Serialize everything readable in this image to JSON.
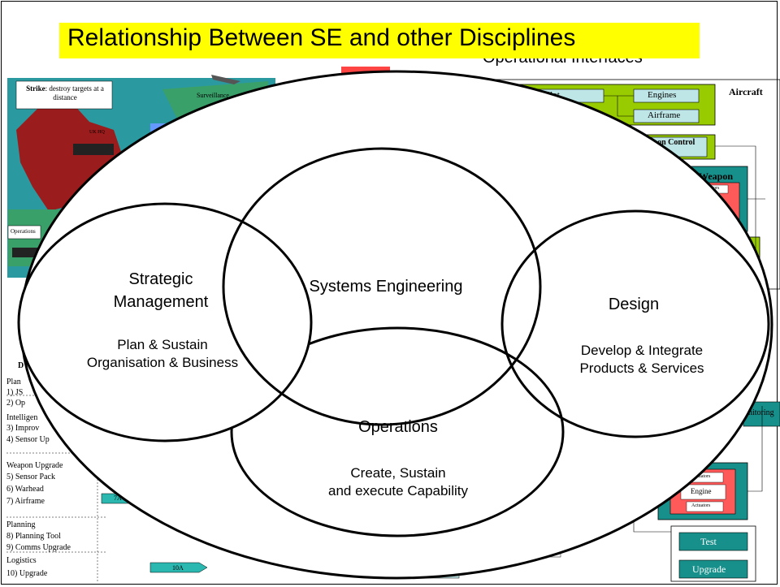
{
  "title": "Relationship Between SE and other Disciplines",
  "background": {
    "operational_interfaces": "Operational Interfaces",
    "strike_label_bold": "Strike",
    "strike_label_rest": ": destroy targets at a distance",
    "surveillance": "Surveillance",
    "uk_hq": "UK HQ",
    "operations": "Operations",
    "aircraft": "Aircraft",
    "pilot": "Pilot",
    "engines": "Engines",
    "airframe": "Airframe",
    "weapon_control": "Weapon Control",
    "weapon": "Weapon",
    "actuators": "Actuators",
    "engine": "Engine",
    "monitoring": "nitoring",
    "test": "Test",
    "upgrade": "Upgrade",
    "plan_header": "D",
    "plan_list": [
      "Plan",
      "1) JS",
      "2) Op",
      "Intelligen",
      "3) Improv",
      "4) Sensor Up",
      "Weapon Upgrade",
      "5) Sensor Pack",
      "6) Warhead",
      "7) Airframe",
      "Planning",
      "8) Planning Tool",
      "9) Comms Upgrade",
      "Logistics",
      "10) Upgrade"
    ],
    "arrow_7a": "7A",
    "arrow_10a": "10A"
  },
  "disciplines": {
    "strategic": {
      "name_line1": "Strategic",
      "name_line2": "Management",
      "desc_line1": "Plan & Sustain",
      "desc_line2": "Organisation & Business"
    },
    "systems": {
      "name": "Systems Engineering"
    },
    "design": {
      "name": "Design",
      "desc_line1": "Develop & Integrate",
      "desc_line2": "Products & Services"
    },
    "operations": {
      "name": "Operations",
      "desc_line1": "Create, Sustain",
      "desc_line2": "and execute Capability"
    }
  },
  "colors": {
    "title_banner": "#ffff00",
    "sea": "#2b9aa0",
    "land": "#9b1c1c",
    "green_block": "#3aa06a",
    "lime_box": "#99cc00",
    "teal_box": "#178f8a",
    "salmon_box": "#ff5a5a",
    "light_box": "#bfe6e6"
  }
}
